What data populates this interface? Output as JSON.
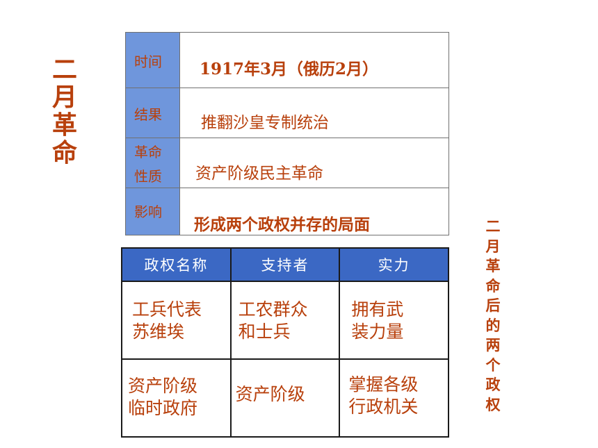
{
  "left_title": [
    "二",
    "月",
    "革",
    "命"
  ],
  "right_title": [
    "二",
    "月",
    "革",
    "命",
    "后",
    "的",
    "两",
    "个",
    "政",
    "权"
  ],
  "info": {
    "rows": [
      {
        "label": [
          "时间"
        ],
        "value": "1917年3月（俄历2月）"
      },
      {
        "label": [
          "结果"
        ],
        "value": "推翻沙皇专制统治"
      },
      {
        "label": [
          "革命",
          "性质"
        ],
        "value": "资产阶级民主革命"
      },
      {
        "label": [
          "影响"
        ],
        "value": "形成两个政权并存的局面"
      }
    ]
  },
  "regimes": {
    "headers": [
      "政权名称",
      "支持者",
      "实力"
    ],
    "rows": [
      [
        [
          "工兵代表",
          "苏维埃"
        ],
        [
          "工农群众",
          "和士兵"
        ],
        [
          "拥有武",
          "装力量"
        ]
      ],
      [
        [
          "资产阶级",
          "临时政府"
        ],
        [
          "资产阶级"
        ],
        [
          "掌握各级",
          "行政机关"
        ]
      ]
    ]
  },
  "colors": {
    "text_accent": "#b8400c",
    "label_bg": "#6f96dc",
    "header_bg": "#3b68c4"
  }
}
